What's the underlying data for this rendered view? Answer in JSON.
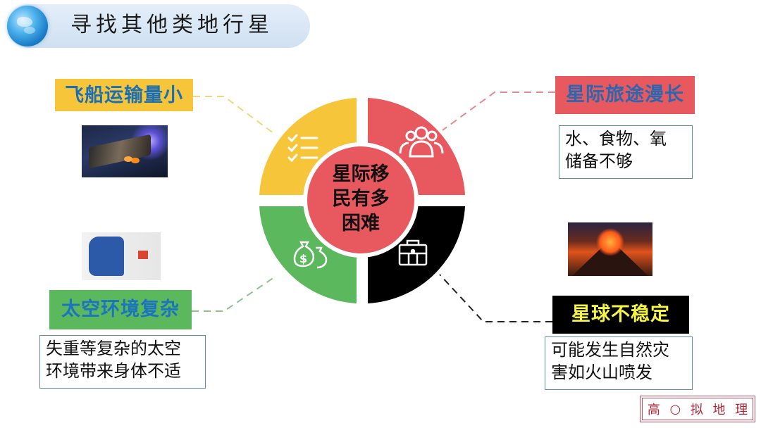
{
  "header": {
    "title": "寻找其他类地行星",
    "icon": "globe-icon"
  },
  "diagram": {
    "center": {
      "lines": [
        "星际移",
        "民有多",
        "困难"
      ],
      "color": "#e8585f"
    },
    "quadrants": [
      {
        "position": "top-left",
        "color": "#f6c53a",
        "icon": "checklist-icon"
      },
      {
        "position": "top-right",
        "color": "#e8585f",
        "icon": "people-icon"
      },
      {
        "position": "bottom-left",
        "color": "#5cb85c",
        "icon": "money-bag-icon"
      },
      {
        "position": "bottom-right",
        "color": "#000000",
        "icon": "briefcase-icon"
      }
    ],
    "topics": [
      {
        "id": "transport",
        "label": "飞船运输量小",
        "label_bg": "#f6c53a",
        "label_color": "#1b6fb5",
        "image": "spaceship-photo"
      },
      {
        "id": "journey",
        "label": "星际旅途漫长",
        "label_bg": "#e8585f",
        "label_color": "#2a67b0",
        "description": [
          "水、食物、氧",
          "储备不够"
        ]
      },
      {
        "id": "environment",
        "label": "太空环境复杂",
        "label_bg": "#5cb85c",
        "label_color": "#1b74c0",
        "image": "astronaut-photo",
        "description": [
          "失重等复杂的太空",
          "环境带来身体不适"
        ]
      },
      {
        "id": "planet",
        "label": "星球不稳定",
        "label_bg": "#000000",
        "label_color": "#f5f542",
        "image": "volcano-photo",
        "description": [
          "可能发生自然灾",
          "害如火山喷发"
        ]
      }
    ]
  },
  "stamp": {
    "chars": [
      "高",
      "○",
      "拟",
      "地",
      "理"
    ]
  }
}
